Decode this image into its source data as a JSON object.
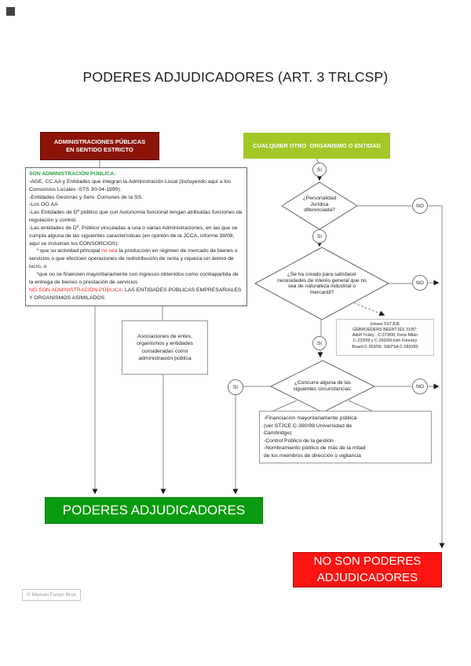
{
  "page": {
    "title": "PODERES ADJUDICADORES (ART. 3 TRLCSP)",
    "copyright": "© Manuel Fueyo Bros"
  },
  "colors": {
    "dark_red": "#8D1408",
    "yellow_green": "#A3C827",
    "result_green": "#0B9B10",
    "result_red": "#FB1412",
    "text_green": "#2E9E44",
    "text_red": "#FA291C",
    "line": "#8a8a8a"
  },
  "headers": {
    "left": "ADMINISTRACIONES PÚBLICAS\nEN SENTIDO ESTRICTO",
    "right": "CUALQUIER OTRO  ORGANISMO O ENTIDAD"
  },
  "son_admin_box": {
    "segments": [
      {
        "style": "green",
        "text": "SON ADMINISTRACIÓN PÚBLICA:"
      },
      {
        "style": "black",
        "text": "\n-AGE, CC.AA y Entidades que integran la Administración Local (incluyendo aquí a los Consorcios Locales -STS 30-04-1999).\n-Entidades Gestoras y Serv. Comunes de la SS.\n-Los OO.AA\n-Las Entidades de Dº público que con Autonomía funcional tengan atribuidas funciones de regulación y control.\n-Las entidades de Dº. Público vinculadas a una o varias Administraciones, en las que se cumpla alguna de las siguientes características (en opinión de la JCCA, informe 38/08, aquí se incluirían los CONSORCIOS):\n     * que su actividad principal "
      },
      {
        "style": "red",
        "text": "no sea"
      },
      {
        "style": "black",
        "text": " la producción en régimen de mercado de bienes o servicios o que efectúen operaciones de redistribución de renta y riqueza sin ánimo de lucro, o\n     *que no se financien mayoritariamente con ingresos obtenidos como contrapartida de la entrega de bienes o prestación de servicios\n"
      },
      {
        "style": "red",
        "text": "NO SON ADMINISTRACIÓN PÚBLICA"
      },
      {
        "style": "black",
        "text": ": LAS ENTIDADES PÚBLICAS EMPRESARIALES Y ORGANISMOS ASIMILADOS"
      }
    ]
  },
  "asociaciones_box": "Asociaciones de entes, organismos y entidades consideradas como administración pública",
  "decisions": [
    {
      "label": "¿Personalidad\nJurídica\ndiferenciada?"
    },
    {
      "label": "¿Se ha creado para satisfacer\nnecesidades de interés general que no\nsea de naturaleza industrial o\nmercantil?"
    },
    {
      "label": "¿Concurre alguna de las\nsiguientes circunstancias:"
    }
  ],
  "labels": {
    "yes": "Sí",
    "no": "NO"
  },
  "stjue_note": "(véase SSTJUE\nGEBROEDERS BEENTJES 31/87;\nAdolf Truley , C-373/00; Feria Milán\nC-233/99 y C-260/99;Irish Forestry\nBoard C-353/96; SIEPSA C-283/00)",
  "criteria_box": "-Financiación mayoritariamente pública\n(ver STJCE C-380/98 Universidad de\nCambridge)\n-Control Público de la gestión\n-Nombramiento público de más de la mitad\nde los miembros de dirección o vigilancia",
  "results": {
    "positive": "PODERES ADJUDICADORES",
    "negative": "NO SON PODERES\nADJUDICADORES"
  }
}
